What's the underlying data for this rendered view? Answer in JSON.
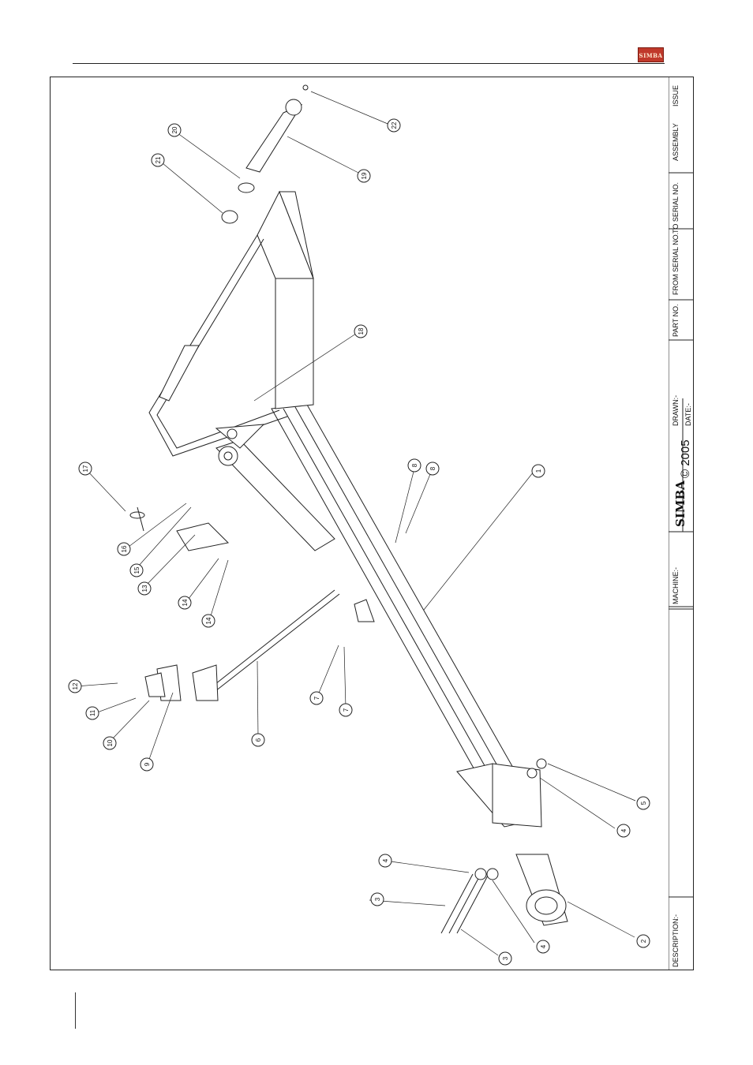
{
  "header": {
    "brand_badge": "SIMBA"
  },
  "title_block": {
    "issue_label": "ISSUE",
    "assembly_label": "ASSEMBLY",
    "to_serial_label": "TO SERIAL NO.",
    "from_serial_label": "FROM SERIAL NO.",
    "part_no_label": "PART NO.",
    "drawn_label": "DRAWN:-",
    "date_label": "DATE:-",
    "copyright": "© 2005",
    "logo_text": "SIMBA",
    "machine_label": "MACHINE:-",
    "description_label": "DESCRIPTION:-"
  },
  "balloons": [
    "1",
    "2",
    "3",
    "3",
    "4",
    "4",
    "4",
    "5",
    "6",
    "7",
    "7",
    "8",
    "8",
    "9",
    "10",
    "11",
    "12",
    "13",
    "14",
    "14",
    "15",
    "16",
    "17",
    "18",
    "19",
    "20",
    "21",
    "22"
  ]
}
